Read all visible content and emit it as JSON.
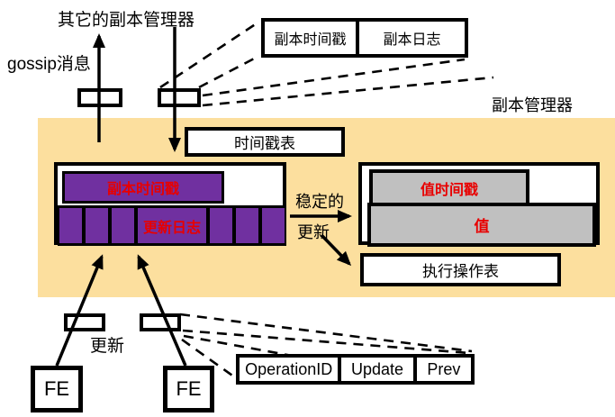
{
  "colors": {
    "panel_bg": "#FCDF9E",
    "purple": "#7030A0",
    "gray": "#C0C0C0",
    "red_text": "#e80000",
    "line": "#000000"
  },
  "top": {
    "other_replica_managers": "其它的副本管理器",
    "gossip_label": "gossip消息",
    "record_box": {
      "cells": [
        "副本时间戳",
        "副本日志"
      ]
    }
  },
  "panel": {
    "title": "副本管理器",
    "timestamp_table": "时间戳表",
    "replica_state": {
      "replica_timestamp": "副本时间戳",
      "update_log": "更新日志"
    },
    "stable": {
      "line1": "稳定的",
      "line2": "更新"
    },
    "value_state": {
      "value_timestamp": "值时间戳",
      "value": "值"
    },
    "executed_operation_table": "执行操作表"
  },
  "bottom": {
    "update_label": "更新",
    "fe_left": "FE",
    "fe_right": "FE",
    "record_box": {
      "cells": [
        "OperationID",
        "Update",
        "Prev"
      ]
    }
  }
}
